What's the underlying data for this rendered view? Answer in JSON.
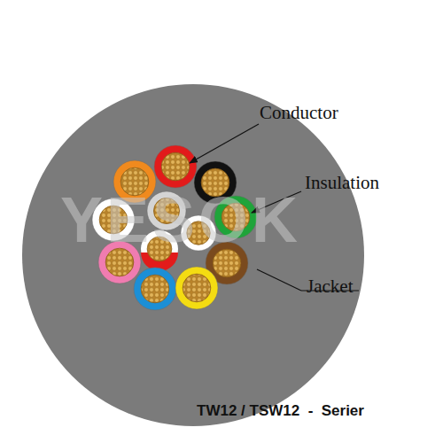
{
  "diagram": {
    "caption": "TW12 / TSW12  -  Serier",
    "labels": [
      "Conductor",
      "Insulation",
      "Jacket",
      "YESOK"
    ]
  }
}
